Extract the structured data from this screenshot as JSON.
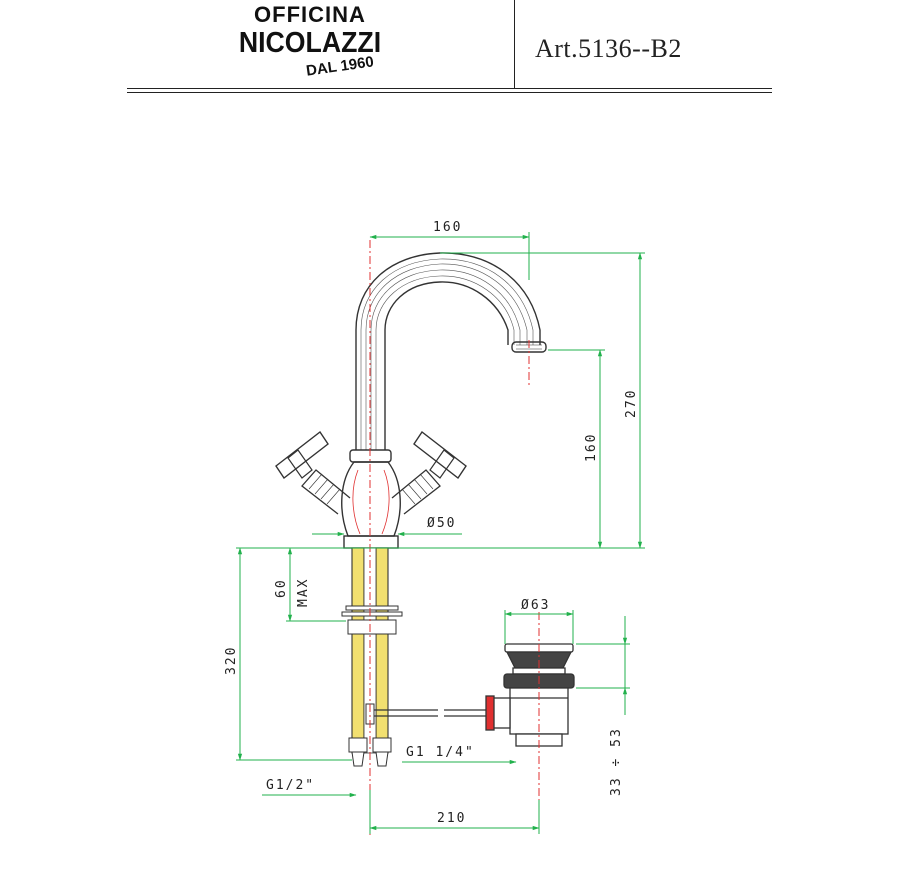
{
  "header": {
    "brand_line1": "OFFICINA",
    "brand_line2": "NICOLAZZI",
    "brand_line3": "DAL 1960",
    "article": "Art.5136--B2"
  },
  "dimensions": {
    "spout_reach": "160",
    "total_height": "270",
    "spout_height": "160",
    "base_diameter": "Ø50",
    "max_deck": "60",
    "max_label": "MAX",
    "shank_length": "320",
    "waste_diameter": "Ø63",
    "waste_thread": "G1 1/4\"",
    "inlet_thread": "G1/2\"",
    "center_distance": "210",
    "waste_range": "33 ÷ 53"
  },
  "colors": {
    "dimension_line": "#22b14c",
    "center_line": "#e03030",
    "outline": "#333333",
    "hose": "#f2e070"
  }
}
